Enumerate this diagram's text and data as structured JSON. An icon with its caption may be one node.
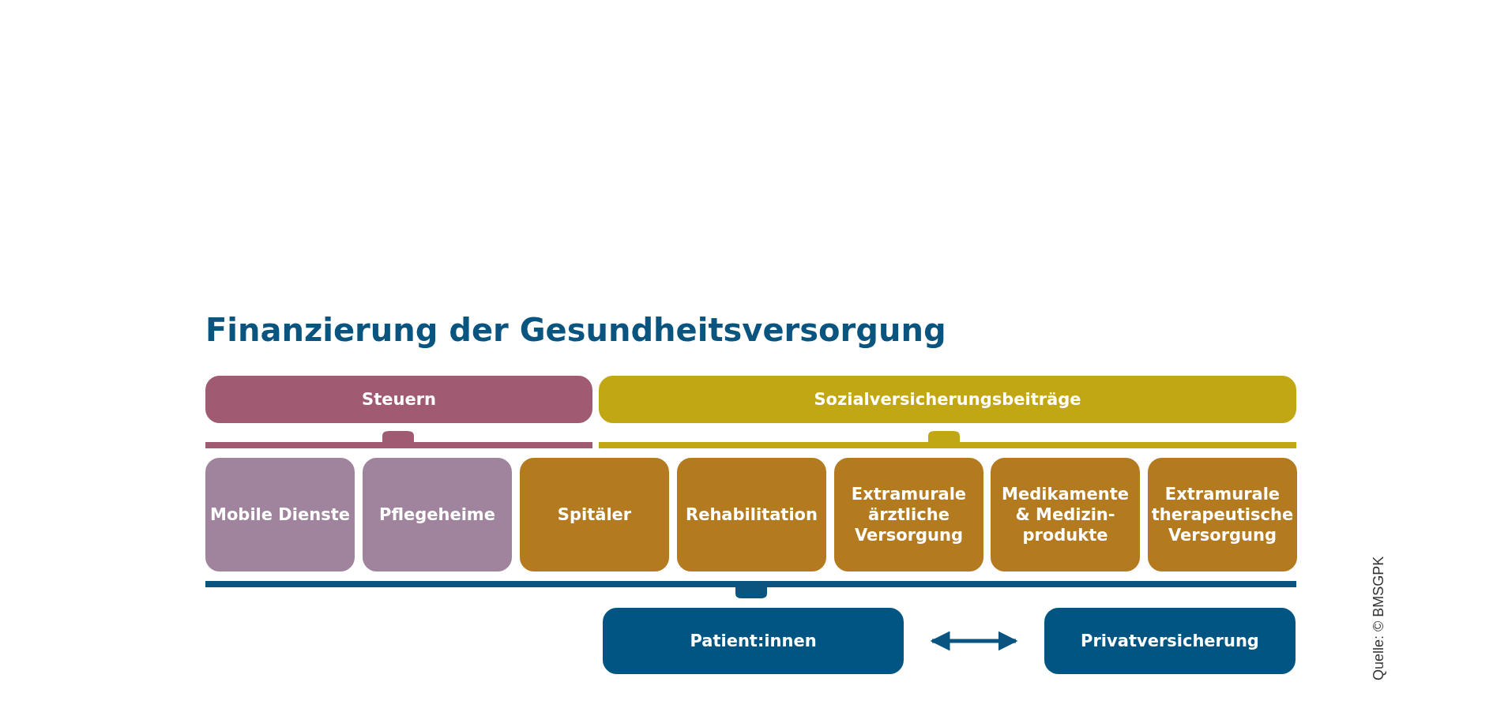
{
  "diagram": {
    "title": "Finanzierung der Gesundheitsversorgung",
    "nodes": [
      {
        "text": [
          "Steuern"
        ]
      },
      {
        "text": [
          "Sozialversicherungsbeiträge"
        ]
      },
      {
        "text": [
          "Mobile Dienste"
        ]
      },
      {
        "text": [
          "Pflegeheime"
        ]
      },
      {
        "text": [
          "Spitäler"
        ]
      },
      {
        "text": [
          "Rehabilitation"
        ]
      },
      {
        "text": [
          "Extramurale ärztliche Versorgung"
        ]
      },
      {
        "text": [
          "Medikamente & Medizin-produkte"
        ]
      },
      {
        "text": [
          "Extramurale therapeutische Versorgung"
        ]
      },
      {
        "text": [
          "Patient:innen"
        ]
      },
      {
        "text": [
          "Privatversicherung"
        ]
      }
    ],
    "edges": [
      {
        "from": 9,
        "to": 10,
        "arrow": "both"
      }
    ],
    "labels": [
      "Quelle: © BMSGPK"
    ]
  }
}
